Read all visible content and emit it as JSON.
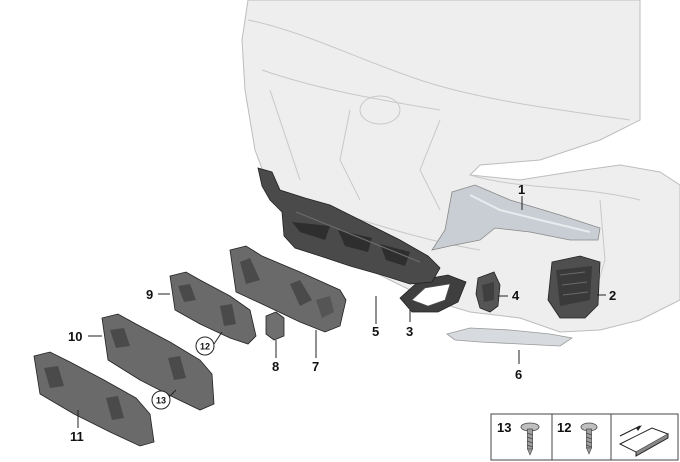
{
  "diagram": {
    "parts": {
      "p1": "1",
      "p2": "2",
      "p3": "3",
      "p4": "4",
      "p5": "5",
      "p6": "6",
      "p7": "7",
      "p8": "8",
      "p9": "9",
      "p10": "10",
      "p11": "11"
    },
    "circled": {
      "c12": "12",
      "c13": "13"
    },
    "legend": {
      "screw13": "13",
      "screw12": "12"
    },
    "colors": {
      "part_dark": "#4a4a4a",
      "part_mid": "#6f6f6f",
      "body": "#eeeeee",
      "chrome": "#c9ced4"
    }
  }
}
